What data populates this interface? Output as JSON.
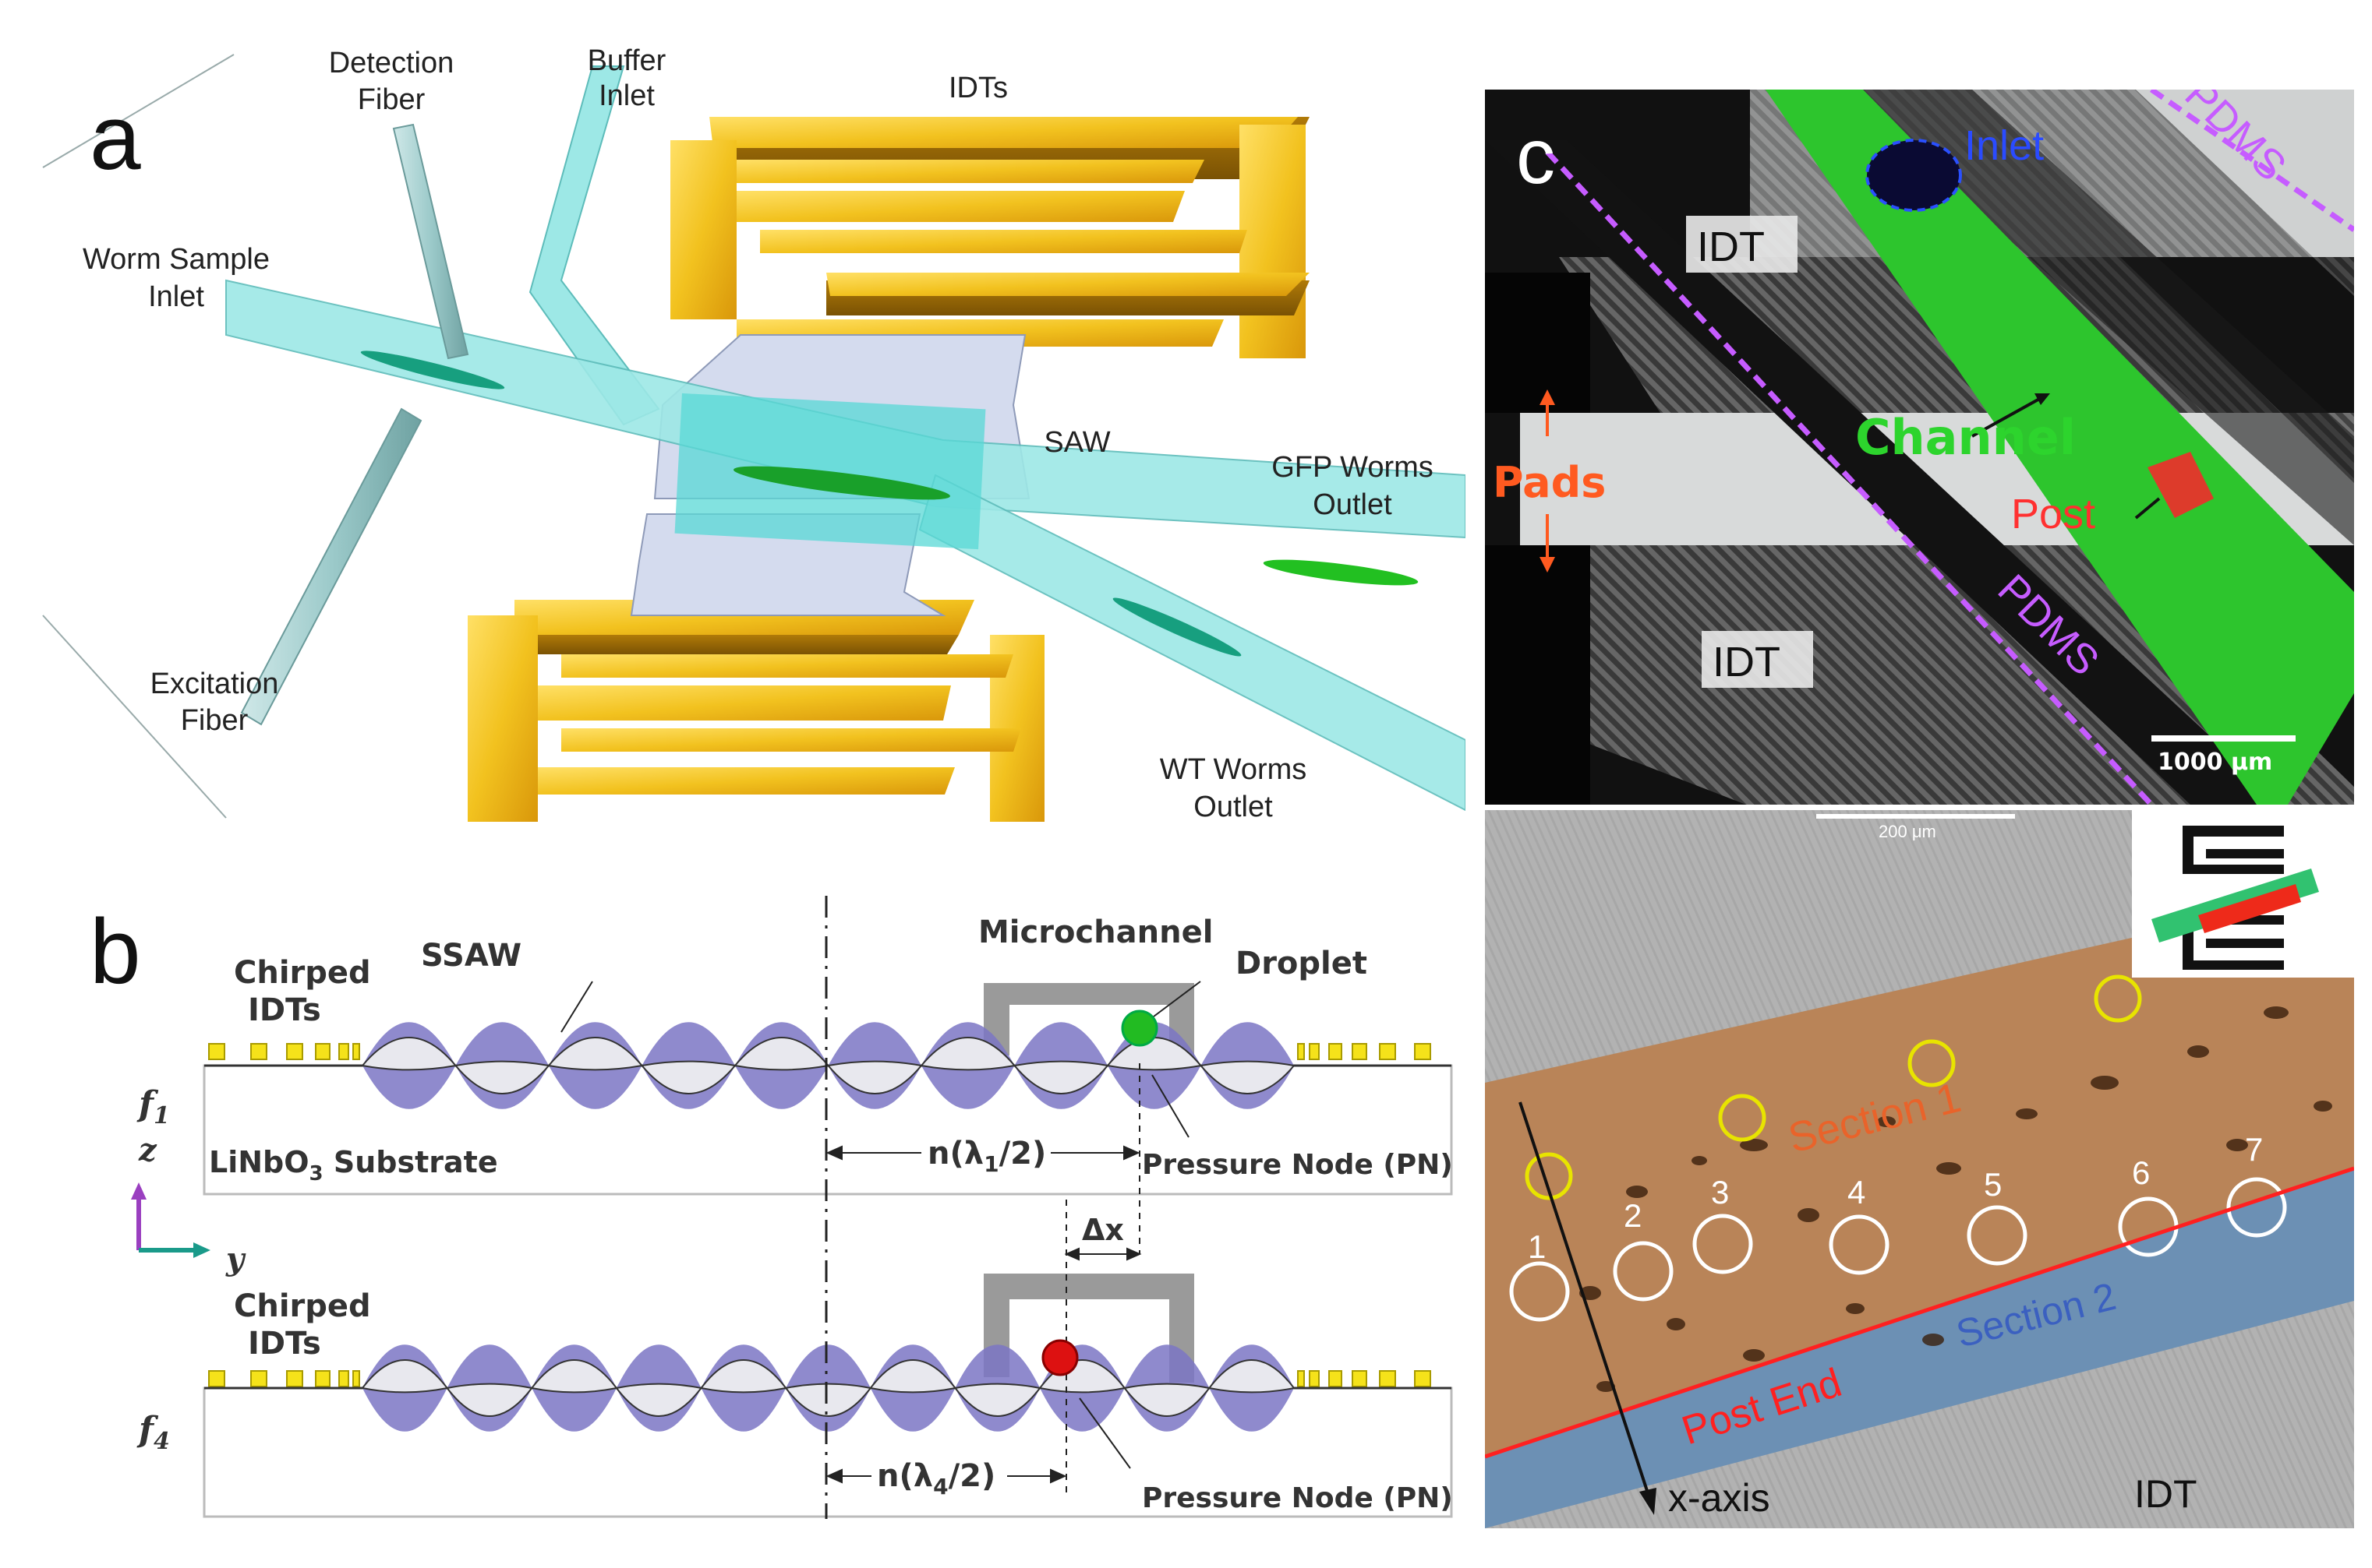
{
  "panel_a": {
    "letter": "a",
    "labels": {
      "detection_fiber_1": "Detection",
      "detection_fiber_2": "Fiber",
      "buffer_inlet_1": "Buffer",
      "buffer_inlet_2": "Inlet",
      "idts": "IDTs",
      "worm_inlet_1": "Worm Sample",
      "worm_inlet_2": "Inlet",
      "saw": "SAW",
      "gfp_outlet_1": "GFP Worms",
      "gfp_outlet_2": "Outlet",
      "excitation_fiber_1": "Excitation",
      "excitation_fiber_2": "Fiber",
      "wt_outlet_1": "WT Worms",
      "wt_outlet_2": "Outlet"
    }
  },
  "panel_b": {
    "letter": "b",
    "labels": {
      "chirped_idts_1": "Chirped",
      "idts_1": "IDTs",
      "ssaw": "SSAW",
      "microchannel": "Microchannel",
      "droplet": "Droplet",
      "f1": "f",
      "f1_sub": "1",
      "z": "z",
      "y": "y",
      "substrate_pre": "LiNbO",
      "substrate_sub": "3",
      "substrate_post": " Substrate",
      "n_lambda1": "n(λ",
      "n_lambda1_sub": "1",
      "n_lambda1_post": "/2)",
      "pn_1": "Pressure Node (PN)",
      "delta_x": "Δx",
      "chirped_idts_2": "Chirped",
      "idts_2": "IDTs",
      "f4": "f",
      "f4_sub": "4",
      "n_lambda4": "n(λ",
      "n_lambda4_sub": "4",
      "n_lambda4_post": "/2)",
      "pn_2": "Pressure Node (PN)"
    },
    "colors": {
      "droplet_top": "#22bb22",
      "droplet_bottom": "#dd1111",
      "wave": "#7b75c4"
    }
  },
  "panel_c": {
    "letter": "c",
    "labels": {
      "inlet": "Inlet",
      "pdms_top": "PDMS",
      "idt_top": "IDT",
      "channel": "Channel",
      "pads": "Pads",
      "post": "Post",
      "pdms_bottom": "PDMS",
      "idt_bottom": "IDT",
      "scale_top": "1000 μm"
    }
  },
  "panel_d": {
    "labels": {
      "scale": "200 μm",
      "section1": "Section 1",
      "section2": "Section 2",
      "post_end": "Post  End",
      "x_axis": "x-axis",
      "idt": "IDT"
    },
    "numbers": [
      "1",
      "2",
      "3",
      "4",
      "5",
      "6",
      "7"
    ]
  }
}
